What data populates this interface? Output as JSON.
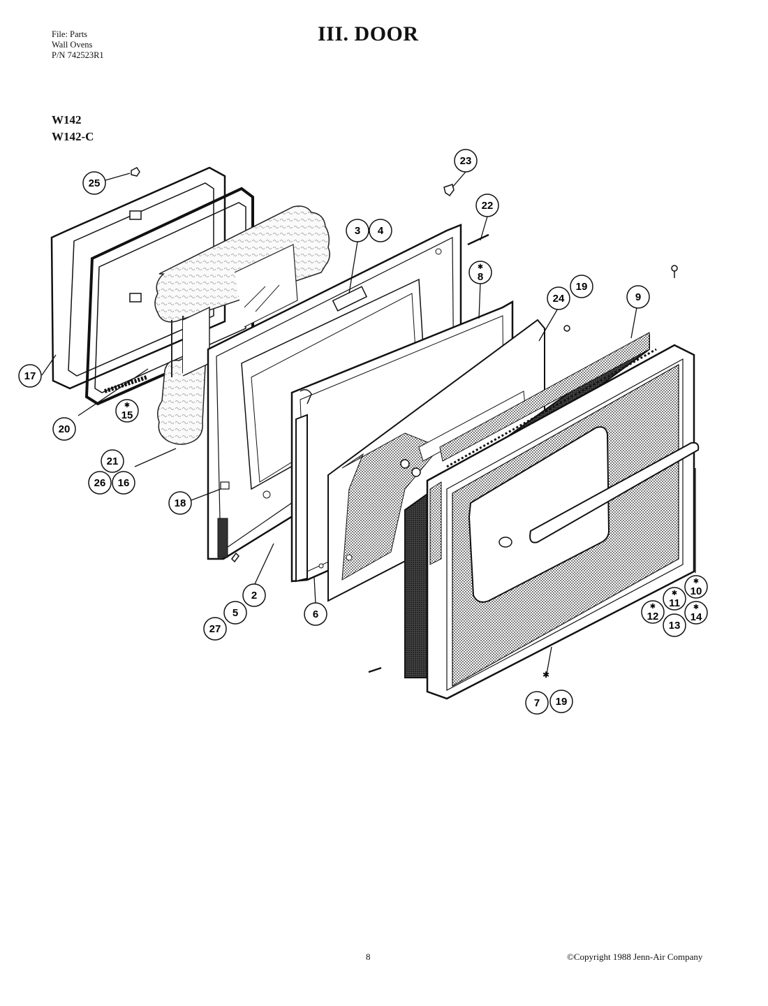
{
  "header": {
    "file_lines": [
      "File: Parts",
      "Wall Ovens",
      "P/N 742523R1"
    ],
    "title": "III. DOOR"
  },
  "models": [
    "W142",
    "W142-C"
  ],
  "callouts": [
    {
      "label": "25",
      "starred": false
    },
    {
      "label": "23",
      "starred": false
    },
    {
      "label": "22",
      "starred": false
    },
    {
      "label": "3",
      "starred": false
    },
    {
      "label": "4",
      "starred": false
    },
    {
      "label": "8",
      "starred": true
    },
    {
      "label": "24",
      "starred": false
    },
    {
      "label": "19",
      "starred": false
    },
    {
      "label": "9",
      "starred": false
    },
    {
      "label": "17",
      "starred": false
    },
    {
      "label": "15",
      "starred": true
    },
    {
      "label": "20",
      "starred": false
    },
    {
      "label": "21",
      "starred": false
    },
    {
      "label": "26",
      "starred": false
    },
    {
      "label": "16",
      "starred": false
    },
    {
      "label": "18",
      "starred": false
    },
    {
      "label": "2",
      "starred": false
    },
    {
      "label": "5",
      "starred": false
    },
    {
      "label": "27",
      "starred": false
    },
    {
      "label": "6",
      "starred": false
    },
    {
      "label": "10",
      "starred": true
    },
    {
      "label": "11",
      "starred": true
    },
    {
      "label": "12",
      "starred": true
    },
    {
      "label": "14",
      "starred": true
    },
    {
      "label": "13",
      "starred": false
    },
    {
      "label": "7",
      "starred": false
    },
    {
      "label": "19",
      "starred": false
    }
  ],
  "footer": {
    "page_number": "8",
    "copyright": "©Copyright 1988 Jenn-Air Company"
  }
}
